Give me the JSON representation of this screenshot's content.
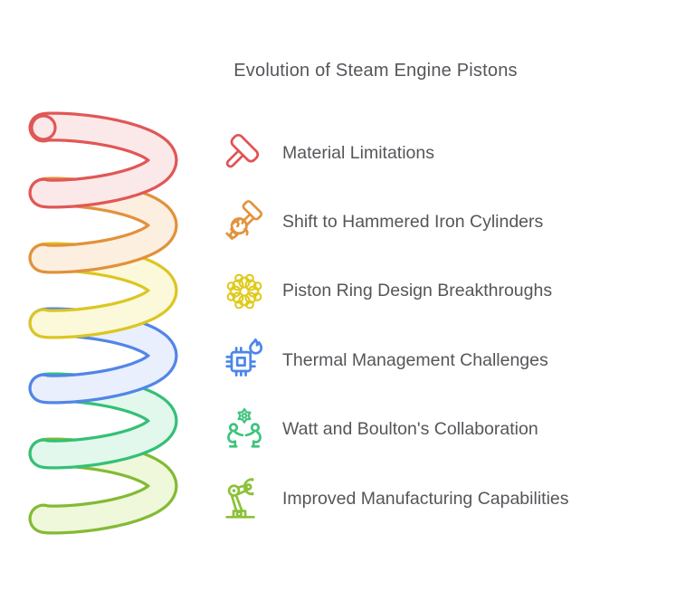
{
  "title": "Evolution of Steam Engine Pistons",
  "text_color": "#55565a",
  "items": [
    {
      "label": "Material Limitations",
      "icon": "mallet-icon",
      "color": "#e15252"
    },
    {
      "label": "Shift to Hammered Iron Cylinders",
      "icon": "fist-hammer-icon",
      "color": "#e2933c"
    },
    {
      "label": "Piston Ring Design Breakthroughs",
      "icon": "ornamental-ring-icon",
      "color": "#dfca1c"
    },
    {
      "label": "Thermal Management Challenges",
      "icon": "chip-flame-icon",
      "color": "#4d86ea"
    },
    {
      "label": "Watt and Boulton's Collaboration",
      "icon": "people-gear-icon",
      "color": "#3ec47d"
    },
    {
      "label": "Improved Manufacturing Capabilities",
      "icon": "robot-arm-icon",
      "color": "#8cc138"
    }
  ],
  "spiral": {
    "loops": [
      {
        "name": "turn-1",
        "stroke": "#e15757",
        "fill": "#fbe9e9"
      },
      {
        "name": "turn-2",
        "stroke": "#e2913c",
        "fill": "#fcefe0"
      },
      {
        "name": "turn-3",
        "stroke": "#dcc622",
        "fill": "#fcf8da"
      },
      {
        "name": "turn-4",
        "stroke": "#5285e8",
        "fill": "#e9effc"
      },
      {
        "name": "turn-5",
        "stroke": "#34c077",
        "fill": "#e3f8ec"
      },
      {
        "name": "turn-6",
        "stroke": "#83ba35",
        "fill": "#eff8da"
      }
    ]
  }
}
